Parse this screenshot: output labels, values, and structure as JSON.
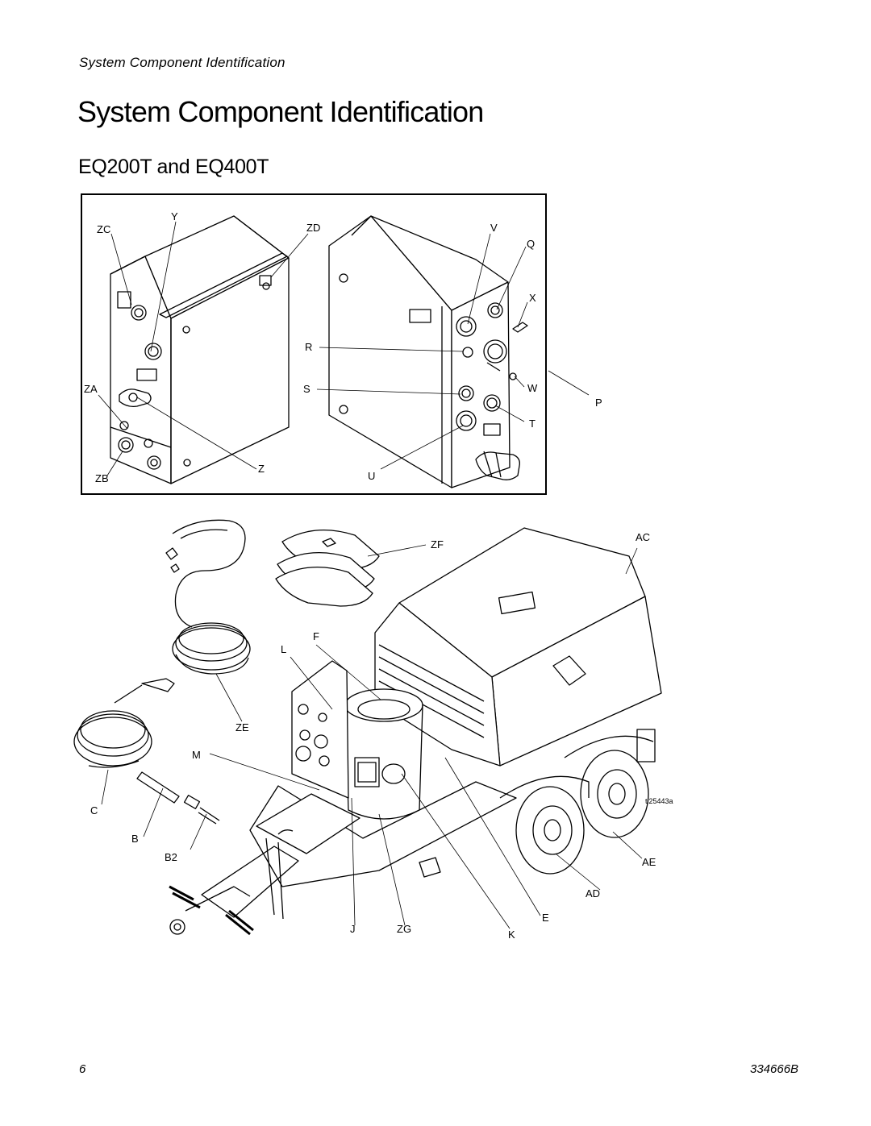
{
  "header": {
    "running_title": "System Component Identification"
  },
  "section": {
    "title": "System Component Identification",
    "subtitle": "EQ200T and EQ400T"
  },
  "figure_top": {
    "callouts": [
      "Y",
      "ZC",
      "ZD",
      "V",
      "Q",
      "X",
      "R",
      "ZA",
      "S",
      "W",
      "P",
      "T",
      "Z",
      "U",
      "ZB"
    ]
  },
  "figure_bottom": {
    "callouts": [
      "ZF",
      "AC",
      "F",
      "L",
      "ZE",
      "M",
      "C",
      "B",
      "B2",
      "AE",
      "AD",
      "E",
      "J",
      "ZG",
      "K"
    ],
    "image_ref": "ti25443a"
  },
  "footer": {
    "page_number": "6",
    "doc_number": "334666B"
  }
}
